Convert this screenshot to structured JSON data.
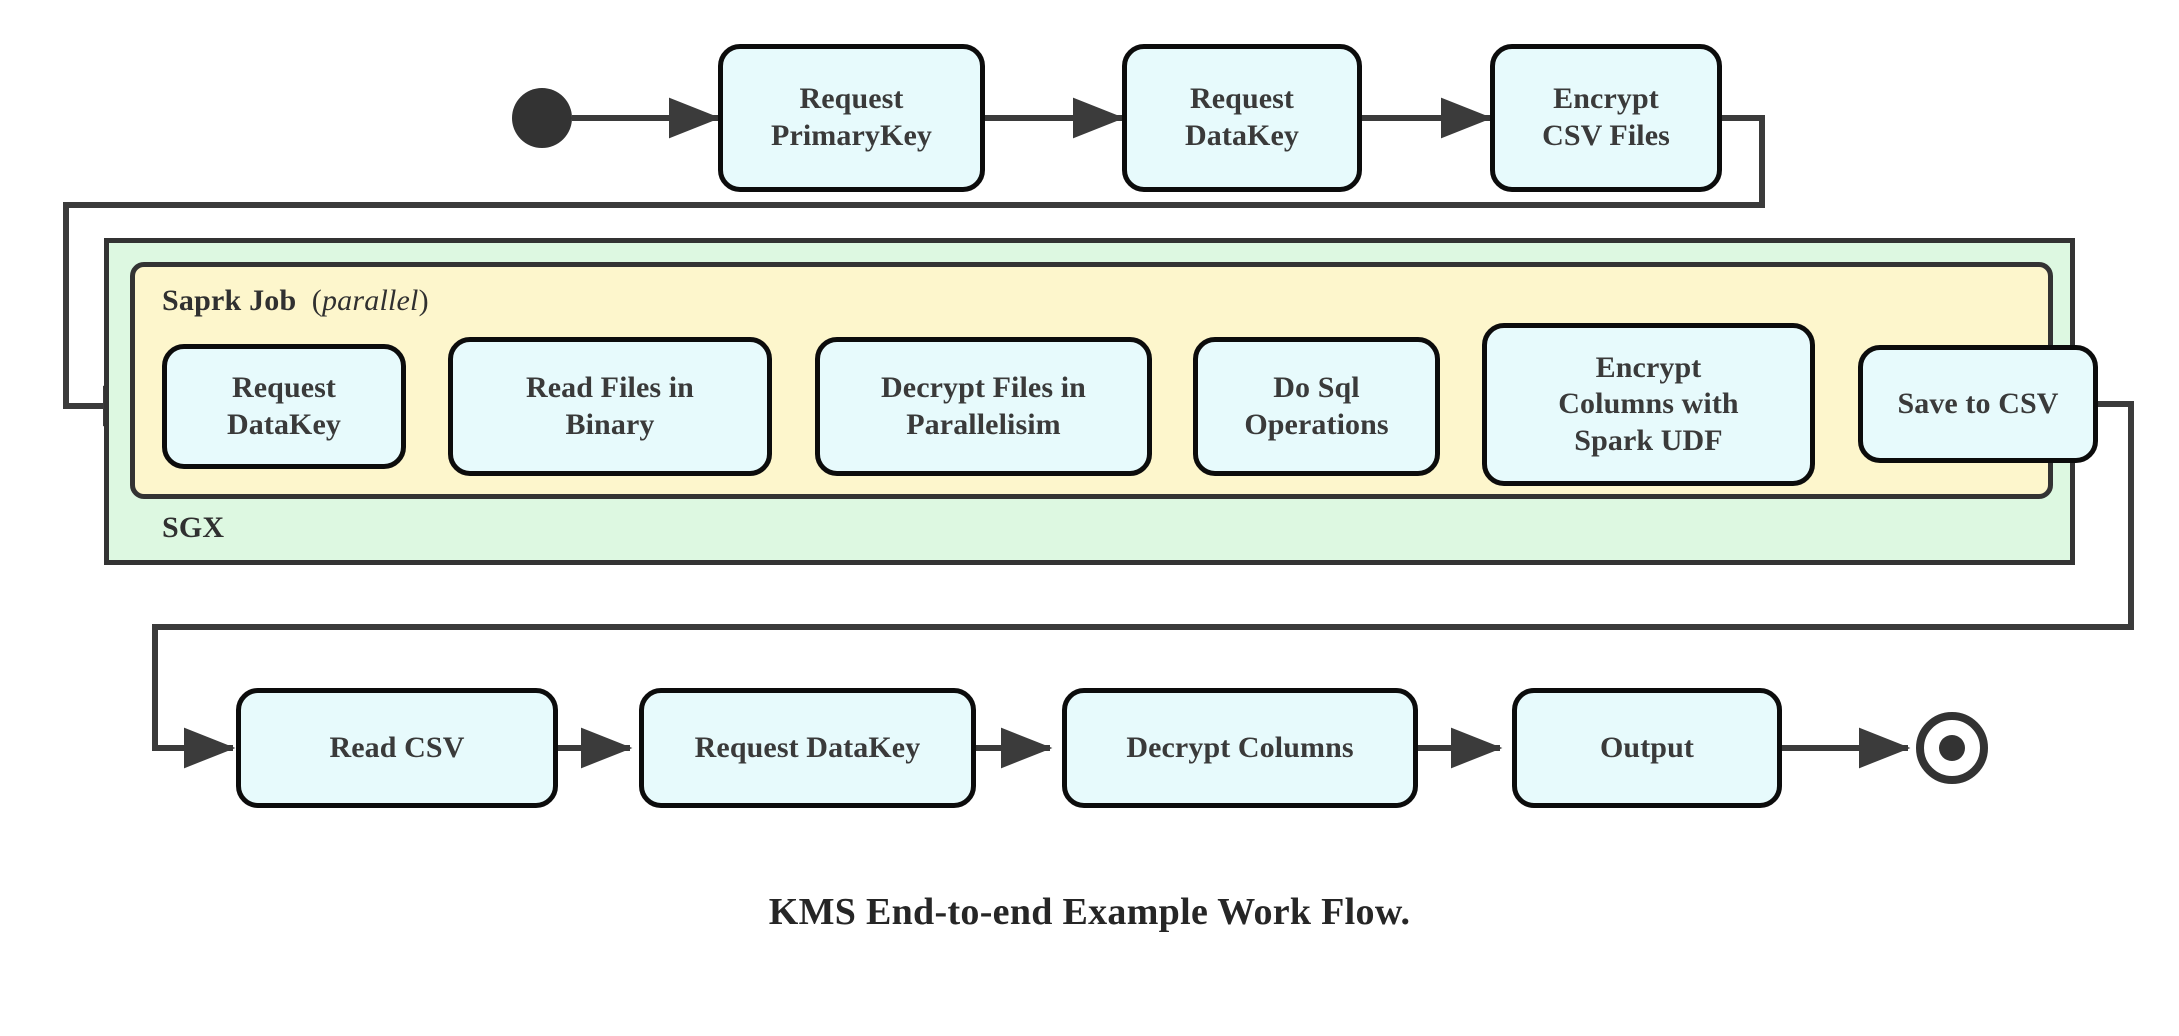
{
  "diagram": {
    "caption": "KMS End-to-end Example Work Flow.",
    "colors": {
      "node_fill": "#e7fafc",
      "node_stroke": "#0c0c0c",
      "sgx_fill": "#ddf8e1",
      "spark_fill": "#fdf6cc",
      "region_stroke": "#333333",
      "edge_stroke": "#3b3b3b",
      "text": "#3a3a3a"
    },
    "start_marker": "filled-circle-start",
    "end_marker": "bullseye-end",
    "regions": [
      {
        "id": "sgx",
        "label": "SGX",
        "label_position": "bottom-left"
      },
      {
        "id": "spark",
        "label_main": "Saprk Job",
        "label_paren_open": "(",
        "label_italic": "parallel",
        "label_paren_close": ")",
        "label_position": "top-left"
      }
    ],
    "rows": {
      "top": [
        {
          "id": "request-primarykey",
          "lines": [
            "Request",
            "PrimaryKey"
          ]
        },
        {
          "id": "request-datakey-top",
          "lines": [
            "Request",
            "DataKey"
          ]
        },
        {
          "id": "encrypt-csv-files",
          "lines": [
            "Encrypt",
            "CSV Files"
          ]
        }
      ],
      "middle": [
        {
          "id": "request-datakey-spark",
          "lines": [
            "Request",
            "DataKey"
          ]
        },
        {
          "id": "read-files-in-binary",
          "lines": [
            "Read Files in",
            "Binary"
          ]
        },
        {
          "id": "decrypt-files-in-parallelisim",
          "lines": [
            "Decrypt Files in",
            "Parallelisim"
          ]
        },
        {
          "id": "do-sql-operations",
          "lines": [
            "Do Sql",
            "Operations"
          ]
        },
        {
          "id": "encrypt-columns-with-spark-udf",
          "lines": [
            "Encrypt",
            "Columns with",
            "Spark UDF"
          ]
        },
        {
          "id": "save-to-csv",
          "lines": [
            "Save to CSV"
          ]
        }
      ],
      "bottom": [
        {
          "id": "read-csv",
          "lines": [
            "Read CSV"
          ]
        },
        {
          "id": "request-datakey-bottom",
          "lines": [
            "Request DataKey"
          ]
        },
        {
          "id": "decrypt-columns",
          "lines": [
            "Decrypt Columns"
          ]
        },
        {
          "id": "output",
          "lines": [
            "Output"
          ]
        }
      ]
    },
    "flow_sequence": [
      "start",
      "Request PrimaryKey",
      "Request DataKey",
      "Encrypt CSV Files",
      "Request DataKey",
      "Read Files in Binary",
      "Decrypt Files in Parallelisim",
      "Do Sql Operations",
      "Encrypt Columns with Spark UDF",
      "Save to CSV",
      "Read CSV",
      "Request DataKey",
      "Decrypt Columns",
      "Output",
      "end"
    ]
  }
}
